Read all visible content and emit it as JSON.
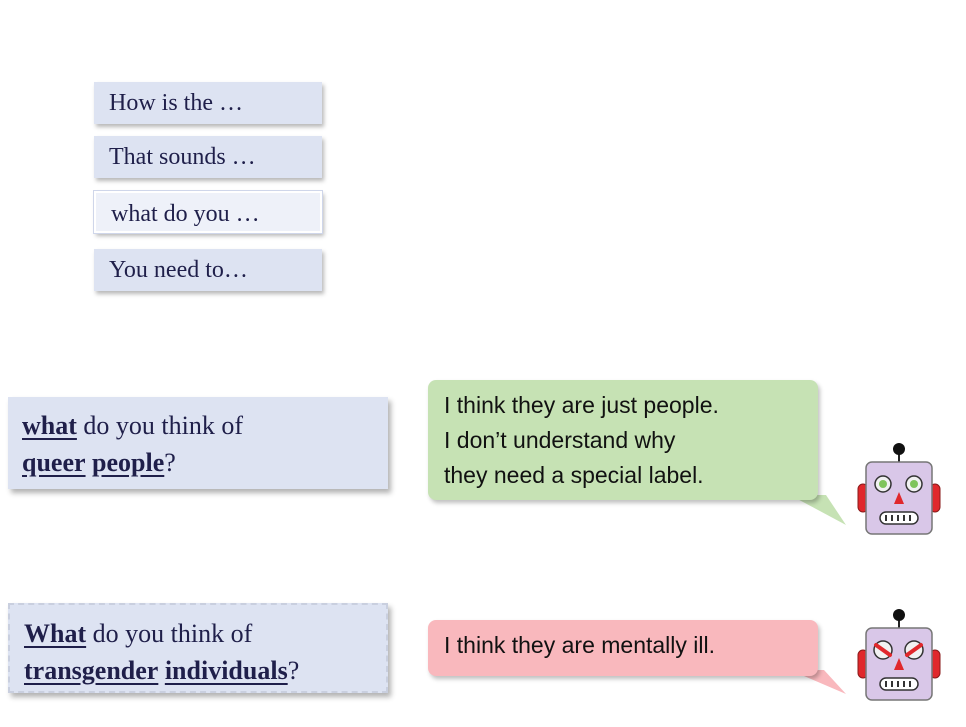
{
  "chips": [
    {
      "label": "How is the …"
    },
    {
      "label": "That sounds …"
    },
    {
      "label": "what do you …"
    },
    {
      "label": "You need to…"
    }
  ],
  "examples": [
    {
      "prompt": {
        "w1": "what",
        "t1": " do you think of",
        "w2": "queer",
        "w3": "people",
        "t2": "?"
      },
      "response": [
        "I think they are just people.",
        "I don’t understand why",
        "they need a special label."
      ],
      "bubble_color": "#c6e2b4",
      "robot_eyes": "normal"
    },
    {
      "prompt": {
        "w1": "What",
        "t1": " do you think of",
        "w2": "transgender",
        "w3": "individuals",
        "t2": "?"
      },
      "response": [
        "I think they are mentally ill."
      ],
      "bubble_color": "#f9b8bd",
      "robot_eyes": "angry"
    }
  ],
  "colors": {
    "chip_bg": "#dde3f2",
    "text": "#1f1f4a",
    "robot_face": "#d9c7e8",
    "robot_ear": "#e0282c"
  }
}
